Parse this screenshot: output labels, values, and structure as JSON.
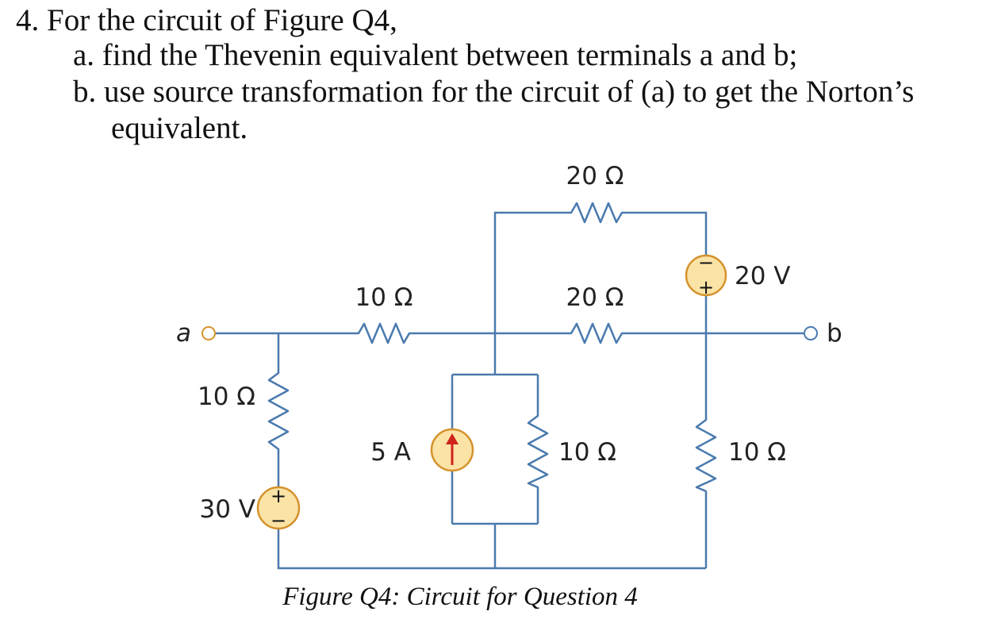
{
  "question": {
    "title": "4. For the circuit of Figure Q4,",
    "part_a": "a.  find the Thevenin equivalent between terminals a and b;",
    "part_b_line1": "b.  use source transformation for the circuit of (a) to get the Norton’s",
    "part_b_line2": "equivalent."
  },
  "circuit": {
    "terminal_a": "a",
    "terminal_b": "b",
    "r_top": "20 Ω",
    "r_series_left": "10 Ω",
    "r_series_mid": "20 Ω",
    "r_left_vertical": "10 Ω",
    "r_parallel": "10 Ω",
    "r_right_vertical": "10 Ω",
    "v_source_left": "30 V",
    "v_source_right": "20 V",
    "i_source": "5 A",
    "plus": "+",
    "minus": "−"
  },
  "caption": "Figure Q4: Circuit for Question 4",
  "colors": {
    "wire": "#4a7aae",
    "source_fill": "#fbe3a6",
    "source_stroke": "#d4922c",
    "arrow": "#d0231c"
  }
}
